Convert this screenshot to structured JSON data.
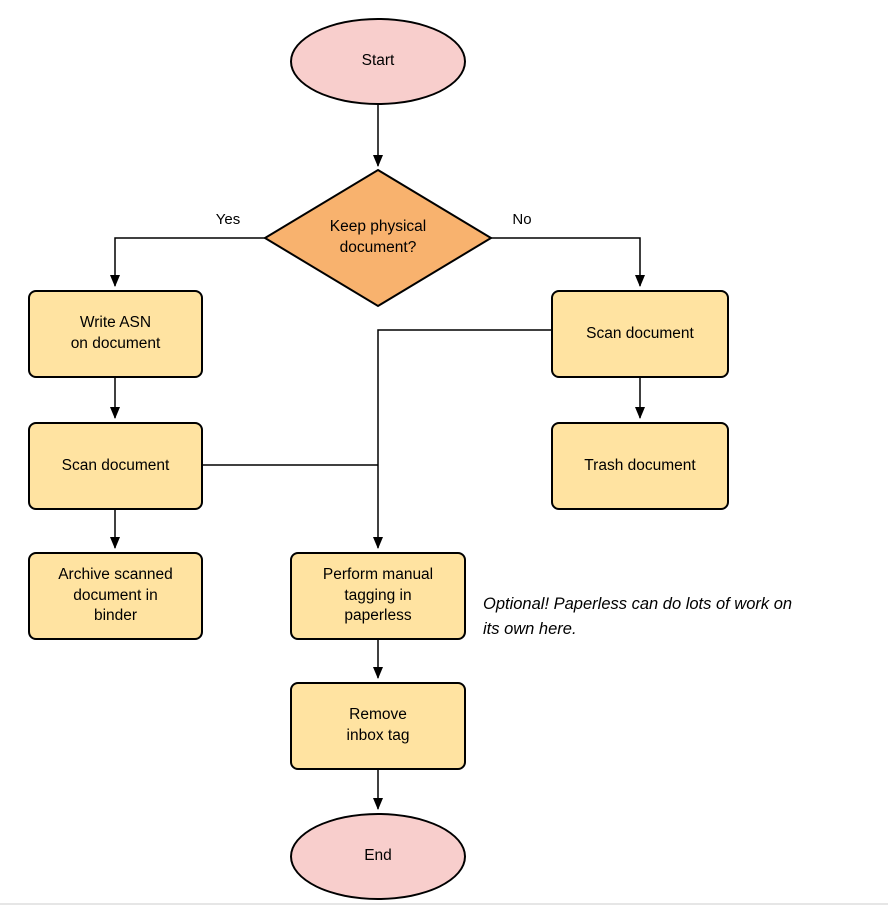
{
  "diagram": {
    "nodes": {
      "start": {
        "label": "Start",
        "type": "terminal"
      },
      "decision": {
        "label": "Keep physical\ndocument?",
        "type": "decision"
      },
      "write_asn": {
        "label": "Write ASN\non document",
        "type": "process"
      },
      "scan_left": {
        "label": "Scan document",
        "type": "process"
      },
      "archive": {
        "label": "Archive scanned\ndocument in\nbinder",
        "type": "process"
      },
      "scan_right": {
        "label": "Scan document",
        "type": "process"
      },
      "trash": {
        "label": "Trash document",
        "type": "process"
      },
      "tagging": {
        "label": "Perform manual\ntagging in\npaperless",
        "type": "process"
      },
      "remove_inbox": {
        "label": "Remove\ninbox tag",
        "type": "process"
      },
      "end": {
        "label": "End",
        "type": "terminal"
      }
    },
    "edge_labels": {
      "yes": "Yes",
      "no": "No"
    },
    "note": {
      "text": "Optional! Paperless can do lots of work on\nits own here."
    },
    "colors": {
      "terminal_fill": "#f8cecc",
      "decision_fill": "#f8b26e",
      "process_fill": "#ffe3a1",
      "stroke": "#000000"
    }
  }
}
